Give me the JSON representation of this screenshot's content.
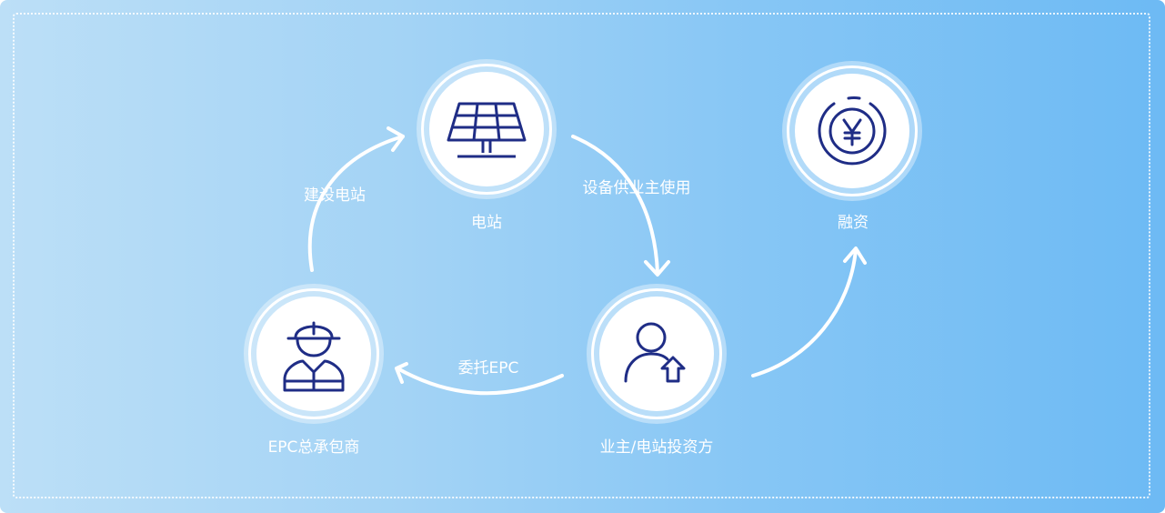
{
  "nodes": {
    "station": {
      "label": "电站",
      "icon": "solar-panel-icon"
    },
    "epc": {
      "label": "EPC总承包商",
      "icon": "worker-icon"
    },
    "owner": {
      "label": "业主/电站投资方",
      "icon": "investor-icon"
    },
    "finance": {
      "label": "融资",
      "icon": "yen-coin-icon"
    }
  },
  "edges": {
    "build": "建设电站",
    "supply": "设备供业主使用",
    "entrust": "委托EPC"
  },
  "colors": {
    "icon_stroke": "#1f2d86",
    "arrow": "#ffffff",
    "background_left": "#bcdff7",
    "background_right": "#6dbaf4"
  }
}
